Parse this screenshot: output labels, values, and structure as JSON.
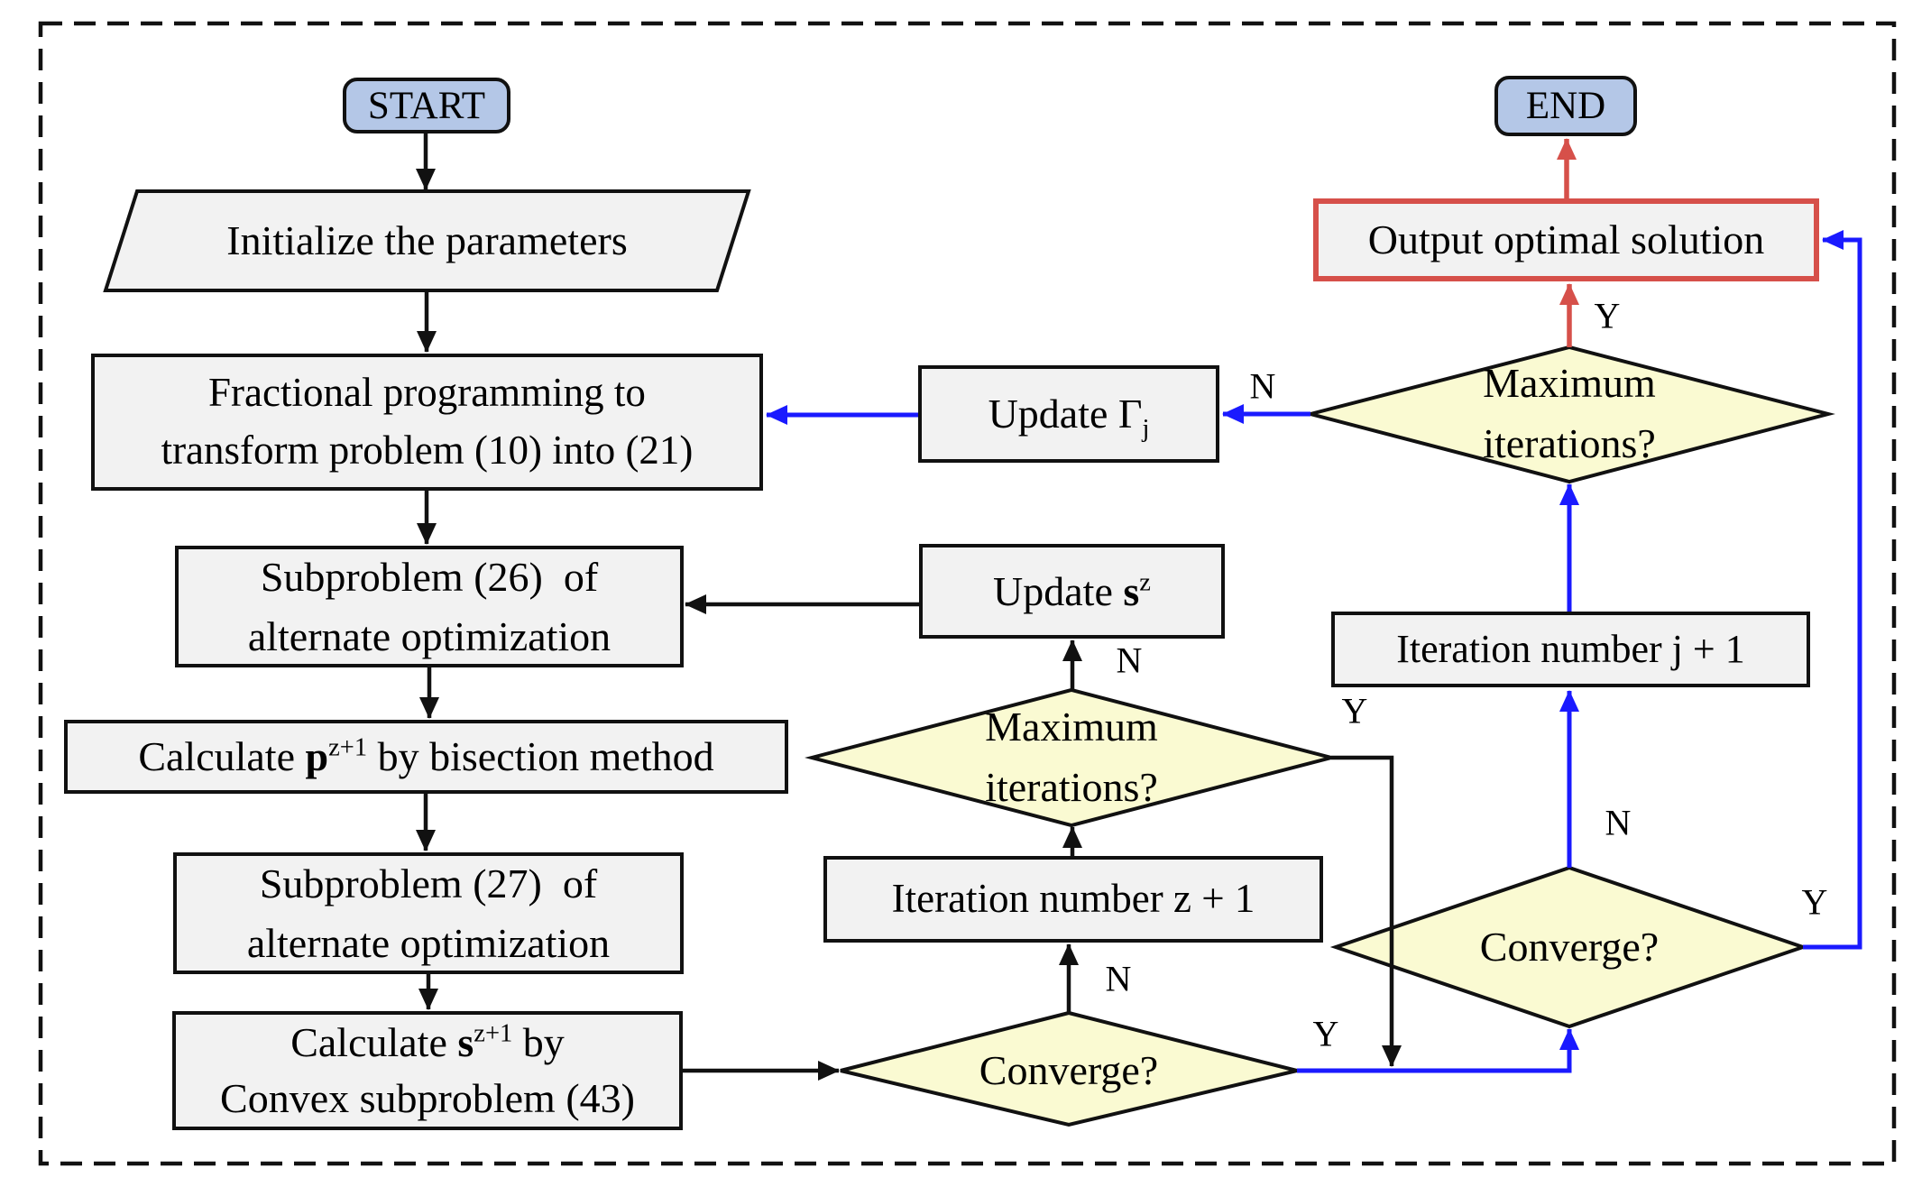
{
  "nodes": {
    "start": {
      "label": "START"
    },
    "end": {
      "label": "END"
    },
    "init": {
      "label": "Initialize the parameters"
    },
    "fractional": {
      "label": "Fractional programming to\ntransform problem (10) into (21)"
    },
    "sub26": {
      "label": "Subproblem (26)  of\nalternate optimization"
    },
    "calc_p": {
      "segments": [
        {
          "t": "Calculate "
        },
        {
          "t": "p",
          "b": true
        },
        {
          "t": "z+1",
          "sup": true
        },
        {
          "t": " by bisection method"
        }
      ]
    },
    "sub27": {
      "label": "Subproblem (27)  of\nalternate optimization"
    },
    "calc_s": {
      "line1_segments": [
        {
          "t": "Calculate "
        },
        {
          "t": "s",
          "b": true
        },
        {
          "t": "z+1",
          "sup": true
        },
        {
          "t": " by"
        }
      ],
      "line2": "Convex subproblem (43)"
    },
    "update_sz": {
      "segments": [
        {
          "t": "Update "
        },
        {
          "t": "s",
          "b": true
        },
        {
          "t": "z",
          "sup": true
        }
      ]
    },
    "update_gamma": {
      "segments": [
        {
          "t": "Update Γ"
        },
        {
          "t": "j",
          "sub": true
        }
      ]
    },
    "max_iter_mid": {
      "label": "Maximum\niterations?"
    },
    "max_iter_top": {
      "label": "Maximum\niterations?"
    },
    "iter_z": {
      "label": "Iteration number z + 1"
    },
    "iter_j": {
      "label": "Iteration number j + 1"
    },
    "converge_bottom": {
      "label": "Converge?"
    },
    "converge_right": {
      "label": "Converge?"
    },
    "output": {
      "label": "Output optimal solution"
    }
  },
  "branch_labels": {
    "max_top_y": "Y",
    "max_top_n": "N",
    "max_mid_y": "Y",
    "max_mid_n": "N",
    "conv_bottom_y": "Y",
    "conv_bottom_n": "N",
    "conv_right_y": "Y",
    "conv_right_n": "N"
  },
  "colors": {
    "terminal_fill": "#b4c7e7",
    "process_fill": "#f2f2f2",
    "decision_fill": "#fafad2",
    "flow_blue": "#1a1aff",
    "flow_red": "#d6504a",
    "line_black": "#111111"
  }
}
